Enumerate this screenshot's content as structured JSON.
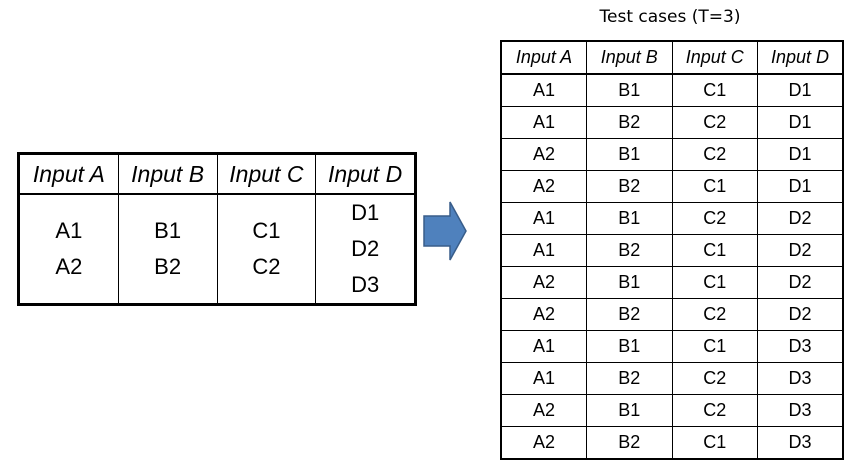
{
  "input_table": {
    "headers": [
      "Input A",
      "Input B",
      "Input C",
      "Input D"
    ],
    "values": [
      [
        "A1",
        "A2"
      ],
      [
        "B1",
        "B2"
      ],
      [
        "C1",
        "C2"
      ],
      [
        "D1",
        "D2",
        "D3"
      ]
    ]
  },
  "arrow": {
    "color": "#4f81bd",
    "icon": "right-arrow-icon"
  },
  "test_cases": {
    "title": "Test cases (T=3)",
    "headers": [
      "Input A",
      "Input B",
      "Input C",
      "Input D"
    ],
    "rows": [
      [
        "A1",
        "B1",
        "C1",
        "D1"
      ],
      [
        "A1",
        "B2",
        "C2",
        "D1"
      ],
      [
        "A2",
        "B1",
        "C2",
        "D1"
      ],
      [
        "A2",
        "B2",
        "C1",
        "D1"
      ],
      [
        "A1",
        "B1",
        "C2",
        "D2"
      ],
      [
        "A1",
        "B2",
        "C1",
        "D2"
      ],
      [
        "A2",
        "B1",
        "C1",
        "D2"
      ],
      [
        "A2",
        "B2",
        "C2",
        "D2"
      ],
      [
        "A1",
        "B1",
        "C1",
        "D3"
      ],
      [
        "A1",
        "B2",
        "C2",
        "D3"
      ],
      [
        "A2",
        "B1",
        "C2",
        "D3"
      ],
      [
        "A2",
        "B2",
        "C1",
        "D3"
      ]
    ]
  }
}
